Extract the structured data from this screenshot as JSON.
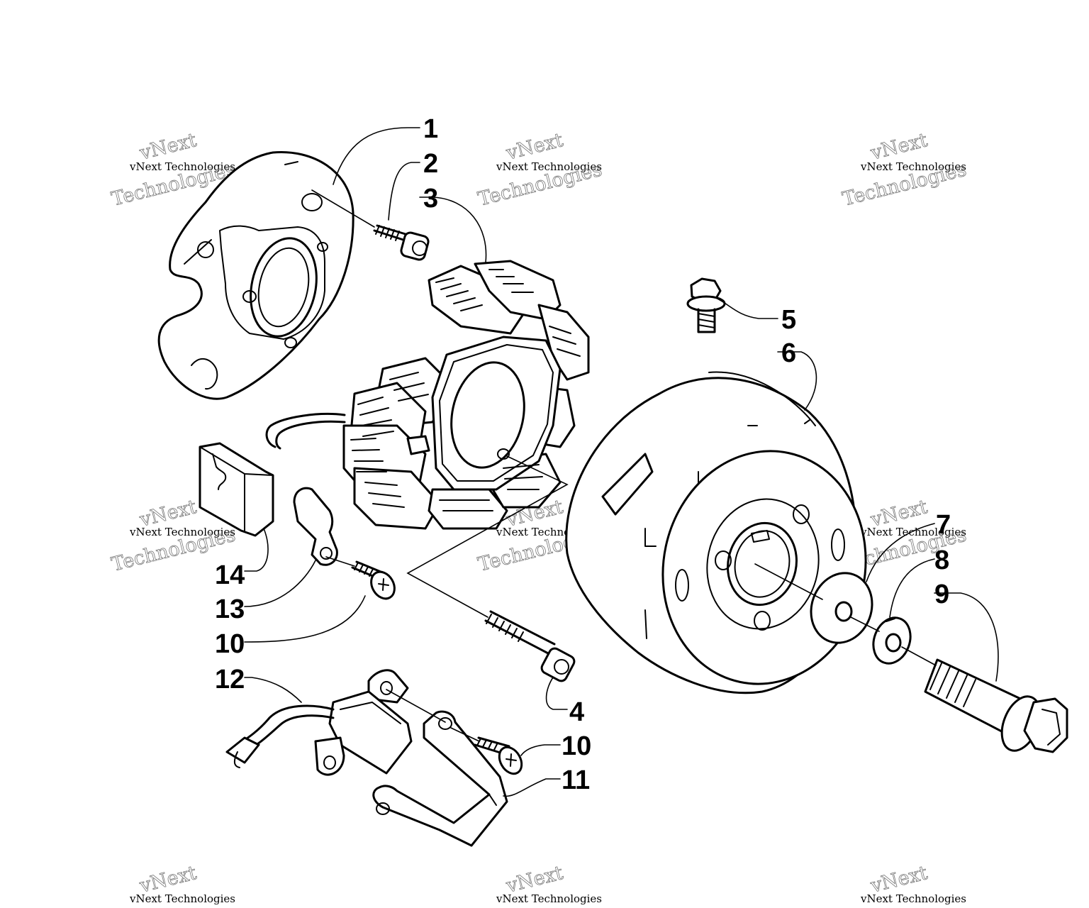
{
  "watermark": {
    "small": "vNext Technologies",
    "large_top": "vNext",
    "large_bottom": "Technologies"
  },
  "callouts": {
    "c1": "1",
    "c2": "2",
    "c3": "3",
    "c4": "4",
    "c5": "5",
    "c6": "6",
    "c7": "7",
    "c8": "8",
    "c9": "9",
    "c10a": "10",
    "c10b": "10",
    "c11": "11",
    "c12": "12",
    "c13": "13",
    "c14": "14"
  }
}
